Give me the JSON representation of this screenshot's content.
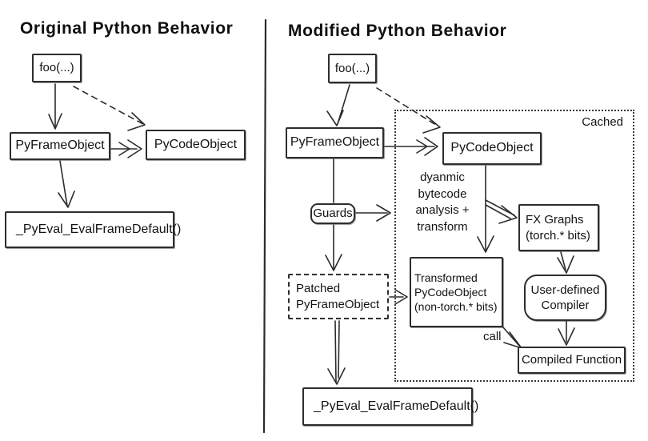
{
  "colors": {
    "background": "#ffffff",
    "stroke": "#2b2b2b",
    "text": "#131313"
  },
  "panels": {
    "left": {
      "title": "Original Python Behavior",
      "nodes": {
        "foo": "foo(...)",
        "pyframe": "PyFrameObject",
        "pycode": "PyCodeObject",
        "pyeval": "_PyEval_EvalFrameDefault()"
      }
    },
    "right": {
      "title": "Modified Python Behavior",
      "nodes": {
        "foo": "foo(...)",
        "pyframe": "PyFrameObject",
        "pycode": "PyCodeObject",
        "guards": "Guards",
        "patched": "Patched\nPyFrameObject",
        "transformed": "Transformed\nPyCodeObject\n(non-torch.* bits)",
        "fx_graphs": "FX Graphs\n(torch.* bits)",
        "compiler": "User-defined\nCompiler",
        "compiled": "Compiled Function",
        "pyeval": "_PyEval_EvalFrameDefault()"
      },
      "annotations": {
        "cached": "Cached",
        "bytecode_note": "dyanmic\nbytecode\nanalysis +\ntransform",
        "call": "call"
      }
    }
  }
}
